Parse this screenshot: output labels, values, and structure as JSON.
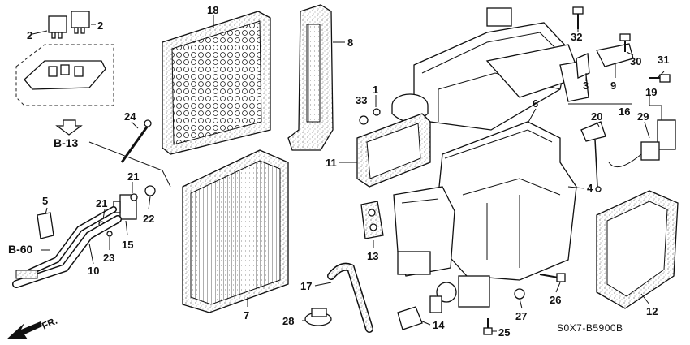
{
  "diagram": {
    "code": "S0X7-B5900B",
    "refs": {
      "b13": "B-13",
      "b60": "B-60"
    },
    "direction_label": "FR.",
    "callouts": [
      {
        "id": "c2a",
        "text": "2"
      },
      {
        "id": "c2b",
        "text": "2"
      },
      {
        "id": "c18",
        "text": "18"
      },
      {
        "id": "c8",
        "text": "8"
      },
      {
        "id": "c32",
        "text": "32"
      },
      {
        "id": "c30",
        "text": "30"
      },
      {
        "id": "c31",
        "text": "31"
      },
      {
        "id": "c3",
        "text": "3"
      },
      {
        "id": "c9",
        "text": "9"
      },
      {
        "id": "c16",
        "text": "16"
      },
      {
        "id": "c19",
        "text": "19"
      },
      {
        "id": "c1",
        "text": "1"
      },
      {
        "id": "c33",
        "text": "33"
      },
      {
        "id": "c6",
        "text": "6"
      },
      {
        "id": "c20",
        "text": "20"
      },
      {
        "id": "c29",
        "text": "29"
      },
      {
        "id": "c24",
        "text": "24"
      },
      {
        "id": "c11",
        "text": "11"
      },
      {
        "id": "c4",
        "text": "4"
      },
      {
        "id": "c5",
        "text": "5"
      },
      {
        "id": "c21a",
        "text": "21"
      },
      {
        "id": "c21b",
        "text": "21"
      },
      {
        "id": "c22",
        "text": "22"
      },
      {
        "id": "c15",
        "text": "15"
      },
      {
        "id": "c23",
        "text": "23"
      },
      {
        "id": "c10",
        "text": "10"
      },
      {
        "id": "c13",
        "text": "13"
      },
      {
        "id": "c7",
        "text": "7"
      },
      {
        "id": "c17",
        "text": "17"
      },
      {
        "id": "c26",
        "text": "26"
      },
      {
        "id": "c27",
        "text": "27"
      },
      {
        "id": "c28",
        "text": "28"
      },
      {
        "id": "c14",
        "text": "14"
      },
      {
        "id": "c25",
        "text": "25"
      },
      {
        "id": "c12",
        "text": "12"
      }
    ]
  }
}
